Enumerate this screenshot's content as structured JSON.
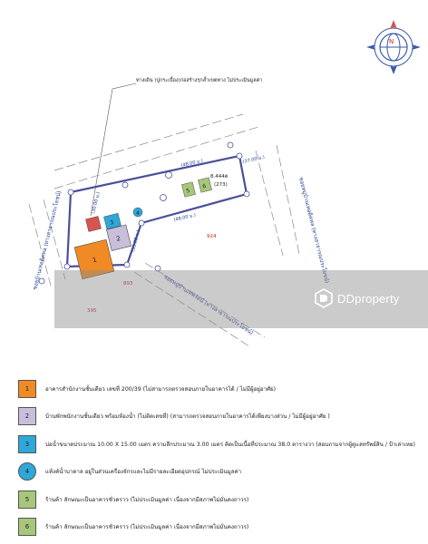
{
  "colors": {
    "boundary": "#4b4f9a",
    "road_line": "#8a8a8a",
    "building_1": "#f08a24",
    "building_2": "#c9bfdc",
    "pond_3": "#2ea8d8",
    "well_4": "#2ea8d8",
    "shed_5": "#a7c77a",
    "shed_6": "#a7c77a",
    "small_building": "#d9534f",
    "watermark": "#8c8c8c"
  },
  "map": {
    "compass_label": "N",
    "callout_text": "ทางเดิน (ปูกระเบื้อง)ก่อสร้างรุกล้ำเขตทาง ไม่ประเมินมูลค่า",
    "road_left": "ซอยบ้านเทอดิดหล (ทางสาธารณประโยชน์)",
    "road_right": "ซอยหมู่บ้านเทอดิดหล (ทางสาธารณประโยชน์)",
    "road_bottom": "ซอยหมู่บ้านเทพรัตน์ (ทางสาธารณประโยชน์)",
    "area_text": "8.444ต",
    "area_sub": "(273)",
    "dim_top": "(48.00 ม.)",
    "dim_right_top": "(37.00 ม.)",
    "dim_mid": "(48.00 ม.)",
    "dim_left": "(30.00 ม.)",
    "dim_b": "(35.00 ม.)",
    "parcel_labels": [
      "924",
      "893",
      "395"
    ],
    "markers": {
      "building_1": "1",
      "building_2": "2",
      "pond_3": "3",
      "well_4": "4",
      "shed_5": "5",
      "shed_6": "6"
    }
  },
  "legend": [
    {
      "num": "1",
      "color": "#f08a24",
      "shape": "square",
      "text": "อาคารสำนักงานชั้นเดียว เลขที่ 200/39 (ไม่สามารถตรวจสอบภายในอาคารได้ / ไม่มีผู้อยู่อาศัย)"
    },
    {
      "num": "2",
      "color": "#c9bfdc",
      "shape": "square",
      "text": "บ้านพักพนักงานชั้นเดียว พร้อมห้องน้ำ (ไม่ติดเลขที่) (สามารถตรวจสอบภายในอาคารได้เพียงบางส่วน / ไม่มีผู้อยู่อาศัย )"
    },
    {
      "num": "3",
      "color": "#2ea8d8",
      "shape": "square",
      "text": "บ่อน้ำขนาดประมาณ 10.00 X 15.00 เมตร ความลึกประมาณ 3.00 เมตร คิดเป็นเนื้อที่ประมาณ 38.0 ตารางวา (สอบถามจากผู้ดูแลทรัพย์สิน / ป้าเล่าเหย)"
    },
    {
      "num": "4",
      "color": "#2ea8d8",
      "shape": "circle",
      "text": "แท้งค์น้ำบาดาล อยู่ในส่วนเครื่องจักรและไม่มีรายละเอียดอุปกรณ์  ไม่ประเมินมูลค่า"
    },
    {
      "num": "5",
      "color": "#a7c77a",
      "shape": "square",
      "text": "ร้านค้า ลักษณะเป็นอาคารชั่วคราว (ไม่ประเมินมูลค่า เนื่องจากมีสภาพไม่มั่นคงถาวร)"
    },
    {
      "num": "6",
      "color": "#a7c77a",
      "shape": "square",
      "text": "ร้านค้า ลักษณะเป็นอาคารชั่วคราว (ไม่ประเมินมูลค่า เนื่องจากมีสภาพไม่มั่นคงถาวร)"
    }
  ],
  "watermark": {
    "text": "DDproperty",
    "icon": "ddproperty-logo-icon"
  }
}
